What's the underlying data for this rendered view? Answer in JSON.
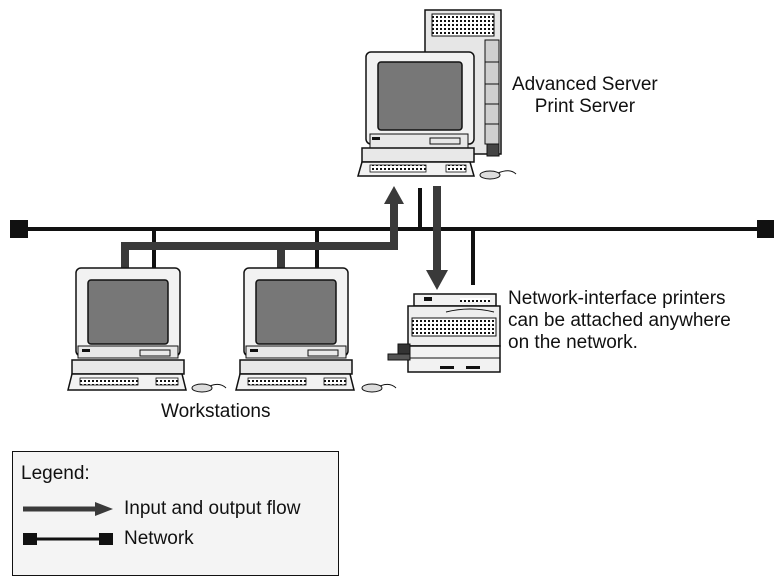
{
  "labels": {
    "server_line1": "Advanced Server",
    "server_line2": "Print Server",
    "printer_line1": "Network-interface printers",
    "printer_line2": "can be attached anywhere",
    "printer_line3": "on the network.",
    "workstations": "Workstations"
  },
  "legend": {
    "title": "Legend:",
    "flow_label": "Input and output flow",
    "network_label": "Network"
  },
  "colors": {
    "line": "#111111",
    "screen": "#777777",
    "monitor": "#f2f2f2",
    "legend_bg": "#f4f4f4"
  }
}
